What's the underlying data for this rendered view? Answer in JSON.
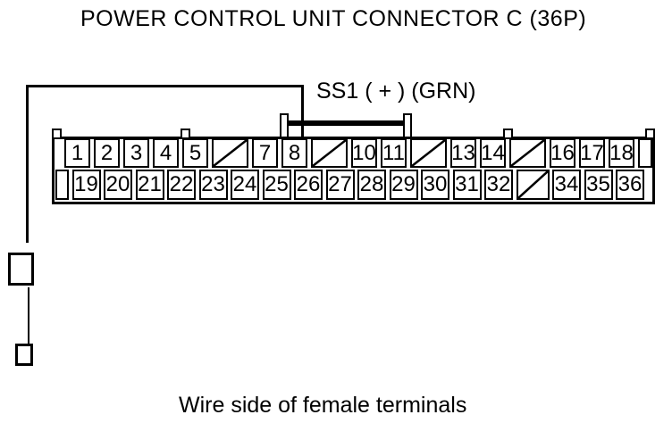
{
  "title": "POWER CONTROL UNIT CONNECTOR C (36P)",
  "wire": {
    "label": "SS1 ( + ) (GRN)",
    "target_pin": "8"
  },
  "caption": "Wire side of female terminals",
  "colors": {
    "line": "#000000",
    "background": "#ffffff"
  },
  "connector": {
    "top_row": [
      {
        "type": "pin",
        "label": "1"
      },
      {
        "type": "pin",
        "label": "2"
      },
      {
        "type": "pin",
        "label": "3"
      },
      {
        "type": "pin",
        "label": "4"
      },
      {
        "type": "pin",
        "label": "5"
      },
      {
        "type": "blocked"
      },
      {
        "type": "pin",
        "label": "7"
      },
      {
        "type": "pin",
        "label": "8"
      },
      {
        "type": "blocked"
      },
      {
        "type": "pin",
        "label": "10"
      },
      {
        "type": "pin",
        "label": "11"
      },
      {
        "type": "blocked"
      },
      {
        "type": "pin",
        "label": "13"
      },
      {
        "type": "pin",
        "label": "14"
      },
      {
        "type": "blocked"
      },
      {
        "type": "pin",
        "label": "16"
      },
      {
        "type": "pin",
        "label": "17"
      },
      {
        "type": "pin",
        "label": "18"
      },
      {
        "type": "spacer"
      }
    ],
    "bottom_row": [
      {
        "type": "spacer"
      },
      {
        "type": "pin",
        "label": "19"
      },
      {
        "type": "pin",
        "label": "20"
      },
      {
        "type": "pin",
        "label": "21"
      },
      {
        "type": "pin",
        "label": "22"
      },
      {
        "type": "pin",
        "label": "23"
      },
      {
        "type": "pin",
        "label": "24"
      },
      {
        "type": "pin",
        "label": "25"
      },
      {
        "type": "pin",
        "label": "26"
      },
      {
        "type": "pin",
        "label": "27"
      },
      {
        "type": "pin",
        "label": "28"
      },
      {
        "type": "pin",
        "label": "29"
      },
      {
        "type": "pin",
        "label": "30"
      },
      {
        "type": "pin",
        "label": "31"
      },
      {
        "type": "pin",
        "label": "32"
      },
      {
        "type": "blocked"
      },
      {
        "type": "pin",
        "label": "34"
      },
      {
        "type": "pin",
        "label": "35"
      },
      {
        "type": "pin",
        "label": "36"
      }
    ]
  }
}
